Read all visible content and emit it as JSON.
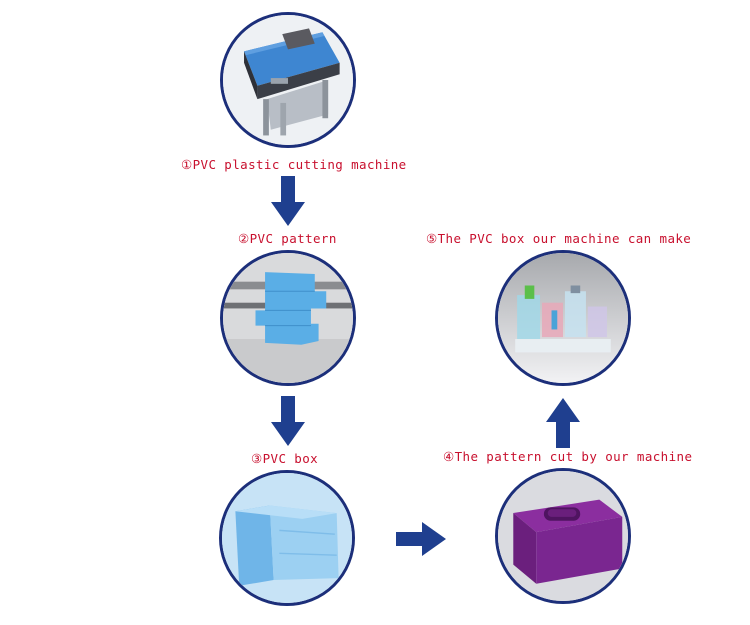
{
  "steps": [
    {
      "id": 1,
      "label": "①PVC plastic cutting machine",
      "image": "cutting-machine-photo"
    },
    {
      "id": 2,
      "label": "②PVC pattern",
      "image": "pvc-pattern-photo"
    },
    {
      "id": 3,
      "label": "③PVC box",
      "image": "pvc-box-photo"
    },
    {
      "id": 4,
      "label": "④The pattern cut by our machine",
      "image": "purple-box-photo"
    },
    {
      "id": 5,
      "label": "⑤The PVC box our machine can make",
      "image": "pvc-products-photo"
    }
  ],
  "colors": {
    "label_text": "#c8102e",
    "circle_border": "#1c2f7a",
    "arrow_fill": "#1f3f8f"
  },
  "arrows": [
    {
      "name": "arrow-down-icon",
      "from": 1,
      "to": 2
    },
    {
      "name": "arrow-down-icon",
      "from": 2,
      "to": 3
    },
    {
      "name": "arrow-right-icon",
      "from": 3,
      "to": 4
    },
    {
      "name": "arrow-up-icon",
      "from": 4,
      "to": 5
    }
  ]
}
